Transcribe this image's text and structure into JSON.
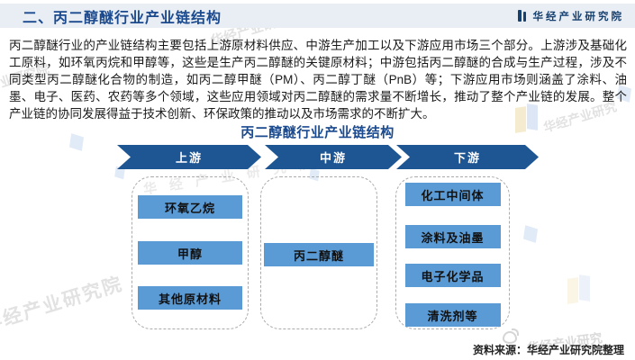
{
  "header": {
    "title": "二、丙二醇醚行业产业链结构",
    "brand": "华经产业研究院"
  },
  "intro_paragraph": "丙二醇醚行业的产业链结构主要包括上游原材料供应、中游生产加工以及下游应用市场三个部分。上游涉及基础化工原料，如环氧丙烷和甲醇等，这些是生产丙二醇醚的关键原材料；中游包括丙二醇醚的合成与生产过程，涉及不同类型丙二醇醚化合物的制造，如丙二醇甲醚（PM）、丙二醇丁醚（PnB）等；下游应用市场则涵盖了涂料、油墨、电子、医药、农药等多个领域，这些应用领域对丙二醇醚的需求量不断增长，推动了整个产业链的发展。整个产业链的协同发展得益于技术创新、环保政策的推动以及市场需求的不断扩大。",
  "diagram": {
    "title": "丙二醇醚行业产业链结构",
    "stages": [
      {
        "label": "上游"
      },
      {
        "label": "中游"
      },
      {
        "label": "下游"
      }
    ],
    "columns": [
      {
        "stage": "上游",
        "items": [
          "环氧乙烷",
          "甲醇",
          "其他原材料"
        ]
      },
      {
        "stage": "中游",
        "items": [
          "丙二醇醚"
        ]
      },
      {
        "stage": "下游",
        "items": [
          "化工中间体",
          "涂料及油墨",
          "电子化学品",
          "清洗剂等"
        ]
      }
    ],
    "colors": {
      "stage_arrow": "#1e5593",
      "item_box": "#5b9bd5",
      "title_text": "#1b4a8e"
    }
  },
  "footer": {
    "source": "资料来源：华经产业研究院整理"
  },
  "watermark": {
    "text": "华经产业研究院",
    "short_text": "华经产业研究"
  }
}
